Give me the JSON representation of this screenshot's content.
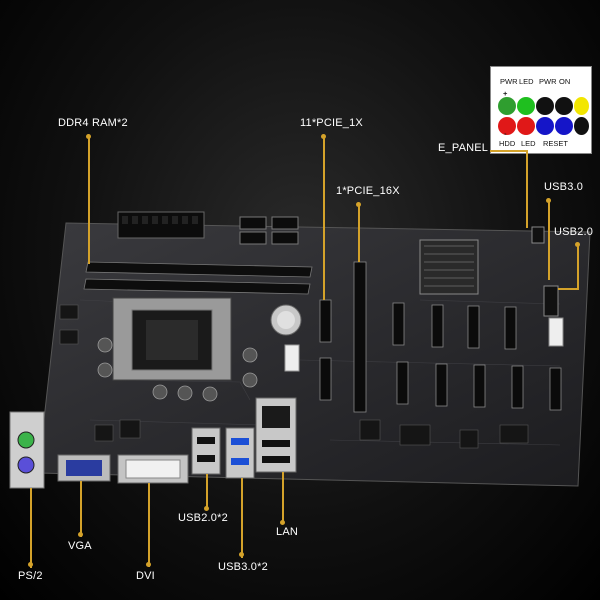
{
  "labels": {
    "ddr4": "DDR4 RAM*2",
    "pcie1x": "11*PCIE_1X",
    "pcie16x": "1*PCIE_16X",
    "epanel": "E_PANEL",
    "usb30_top": "USB3.0",
    "usb20_top": "USB2.0",
    "usb20x2": "USB2.0*2",
    "lan": "LAN",
    "vga": "VGA",
    "usb30x2": "USB3.0*2",
    "ps2": "PS/2",
    "dvi": "DVI"
  },
  "panel": {
    "pwr_led": "PWR",
    "led1": "LED",
    "pwr": "PWR",
    "on": "ON",
    "hdd": "HDD",
    "led2": "LED",
    "reset": "RESET",
    "plus": "+",
    "minus": "-",
    "pin_colors": [
      "#2f9e2f",
      "#1fbf1f",
      "#111111",
      "#111111",
      "#f2e600",
      "#e01818",
      "#e01818",
      "#1515c8",
      "#1515c8",
      "#111111"
    ]
  },
  "colors": {
    "accent": "#d4a22a",
    "board": "#26262a"
  }
}
